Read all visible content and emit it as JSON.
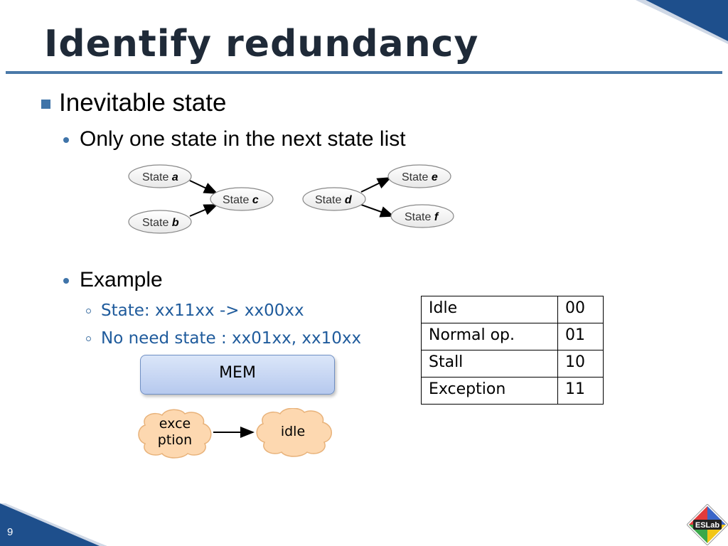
{
  "title": "Identify redundancy",
  "bullets": {
    "inevitable": "Inevitable state",
    "only_one": "Only one state in the next state list",
    "example": "Example",
    "state_change": "State: xx11xx -> xx00xx",
    "no_need": "No need state : xx01xx, xx10xx"
  },
  "state_diagram": {
    "prefix": "State",
    "nodes": [
      "a",
      "b",
      "c",
      "d",
      "e",
      "f"
    ]
  },
  "table": {
    "rows": [
      [
        "Idle",
        "00"
      ],
      [
        "Normal op.",
        "01"
      ],
      [
        "Stall",
        "10"
      ],
      [
        "Exception",
        "11"
      ]
    ]
  },
  "mem_label": "MEM",
  "clouds": {
    "exception_line1": "exce",
    "exception_line2": "ption",
    "idle": "idle"
  },
  "page_number": "9",
  "logo_text": "ESLab",
  "colors": {
    "accent": "#3f74a9",
    "sub_bullet_text": "#1f5b9c",
    "title": "#1f2a38",
    "cloud_fill": "#fdd8b0",
    "mem_fill": "#c8d7f4"
  }
}
